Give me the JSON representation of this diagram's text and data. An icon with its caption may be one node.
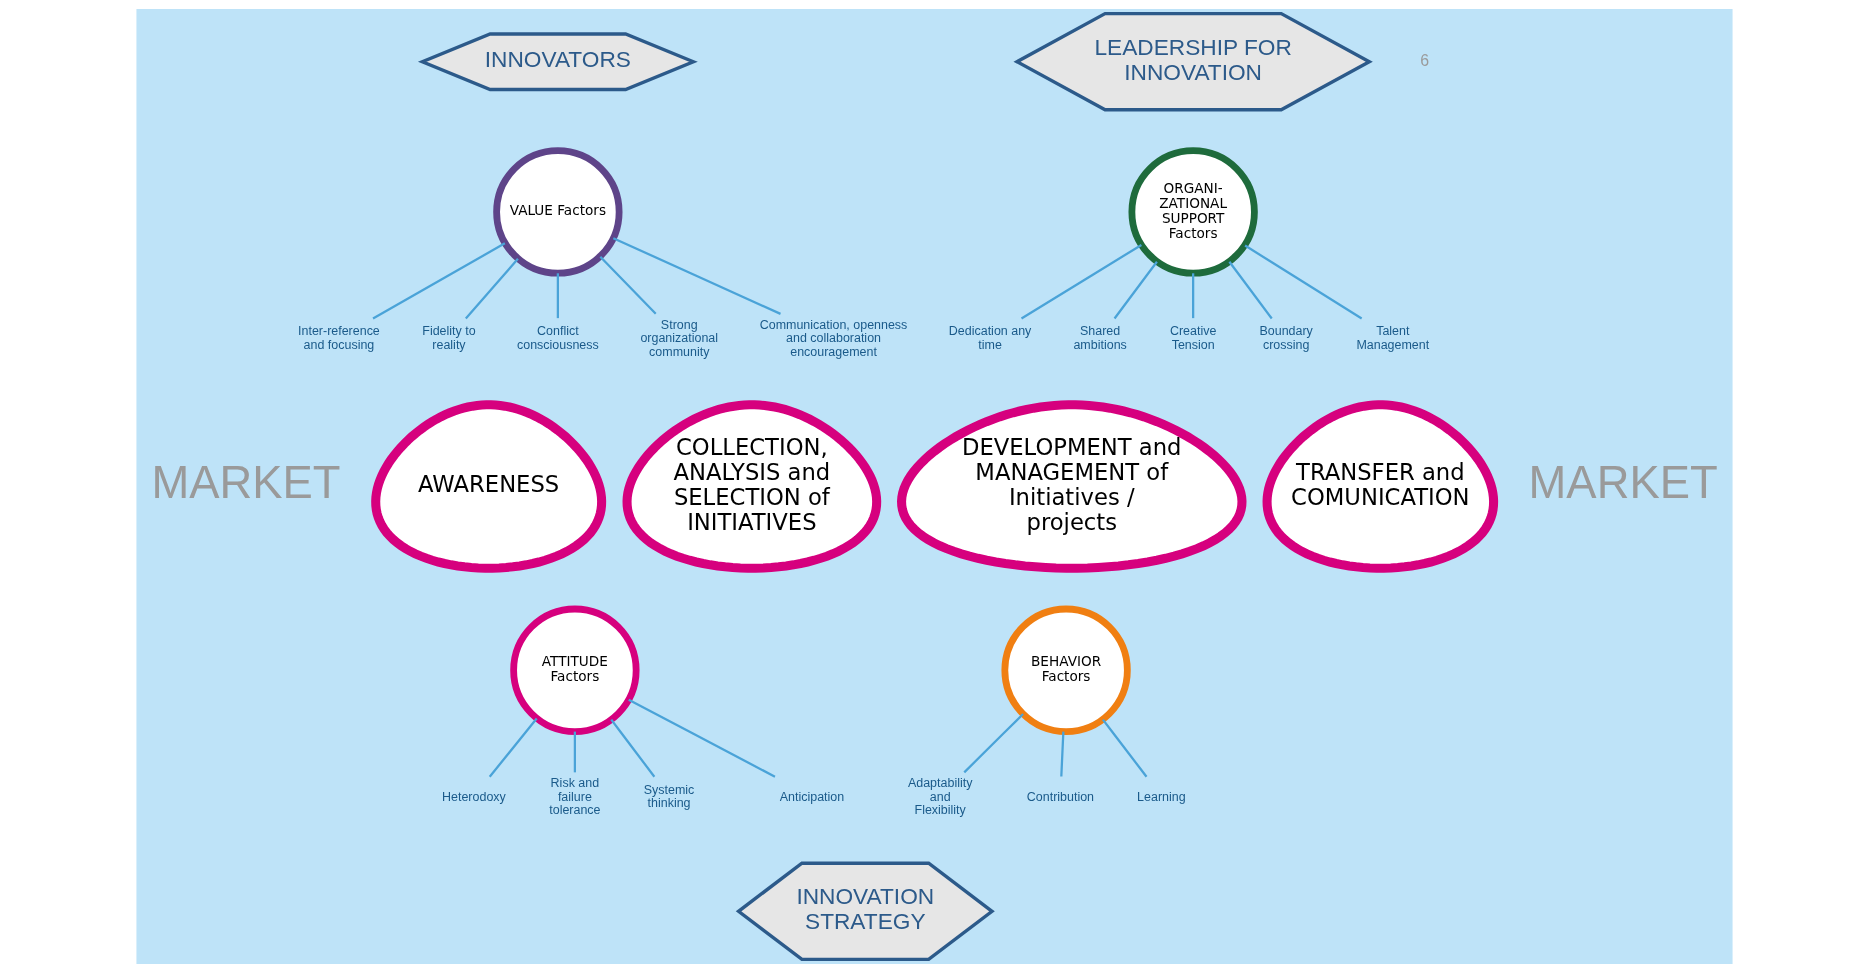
{
  "diagram": {
    "nodes": [
      {
        "text": [
          "AWARENESS"
        ]
      },
      {
        "text": [
          "COLLECTION, ANALYSIS and SELECTION of INITIATIVES"
        ]
      },
      {
        "text": [
          "DEVELOPMENT and MANAGEMENT of Initiatives / projects"
        ]
      },
      {
        "text": [
          "TRANSFER and COMUNICATION"
        ]
      },
      {
        "text": [
          "ORGANI- ZATIONAL SUPPORT Factors"
        ]
      },
      {
        "text": [
          "Shared ambitions"
        ]
      },
      {
        "text": [
          "Creative Tension"
        ]
      },
      {
        "text": [
          "Boundary crossing"
        ]
      },
      {
        "text": [
          "Talent Management"
        ]
      },
      {
        "text": [
          "Dedication any time"
        ]
      },
      {
        "text": [
          "VALUE Factors"
        ]
      },
      {
        "text": [
          "Inter-reference and focusing"
        ]
      },
      {
        "text": [
          "Fidelity to reality"
        ]
      },
      {
        "text": [
          "Conflict consciousness"
        ]
      },
      {
        "text": [
          "Strong organizational community"
        ]
      },
      {
        "text": [
          "Communication, openness and collaboration encouragement"
        ]
      },
      {
        "text": [
          "ATTITUDE Factors"
        ]
      },
      {
        "text": [
          "Heterodoxy"
        ]
      },
      {
        "text": [
          "Risk and failure tolerance"
        ]
      },
      {
        "text": [
          "Systemic thinking"
        ]
      },
      {
        "text": [
          "Anticipation"
        ]
      },
      {
        "text": [
          "BEHAVIOR Factors"
        ]
      },
      {
        "text": [
          "Contribution"
        ]
      },
      {
        "text": [
          "Learning"
        ]
      },
      {
        "text": [
          "Adaptability and Flexibility"
        ]
      },
      {
        "text": [
          "LEADERSHIP FOR INNOVATION"
        ]
      },
      {
        "text": [
          "INNOVATORS"
        ]
      },
      {
        "text": [
          "INNOVATION STRATEGY"
        ]
      }
    ],
    "edges": [
      {
        "from": 4,
        "to": 5,
        "arrow": "none"
      },
      {
        "from": 4,
        "to": 6,
        "arrow": "none"
      },
      {
        "from": 4,
        "to": 7,
        "arrow": "none"
      },
      {
        "from": 4,
        "to": 8,
        "arrow": "none"
      },
      {
        "from": 4,
        "to": 9,
        "arrow": "none"
      },
      {
        "from": 10,
        "to": 11,
        "arrow": "none"
      },
      {
        "from": 10,
        "to": 12,
        "arrow": "none"
      },
      {
        "from": 10,
        "to": 13,
        "arrow": "none"
      },
      {
        "from": 10,
        "to": 14,
        "arrow": "none"
      },
      {
        "from": 10,
        "to": 15,
        "arrow": "none"
      },
      {
        "from": 16,
        "to": 17,
        "arrow": "none"
      },
      {
        "from": 16,
        "to": 18,
        "arrow": "none"
      },
      {
        "from": 16,
        "to": 19,
        "arrow": "none"
      },
      {
        "from": 16,
        "to": 20,
        "arrow": "none"
      },
      {
        "from": 21,
        "to": 22,
        "arrow": "none"
      },
      {
        "from": 21,
        "to": 23,
        "arrow": "none"
      },
      {
        "from": 21,
        "to": 24,
        "arrow": "none"
      }
    ],
    "labels": [
      "MARKET",
      "MARKET",
      "6"
    ]
  }
}
